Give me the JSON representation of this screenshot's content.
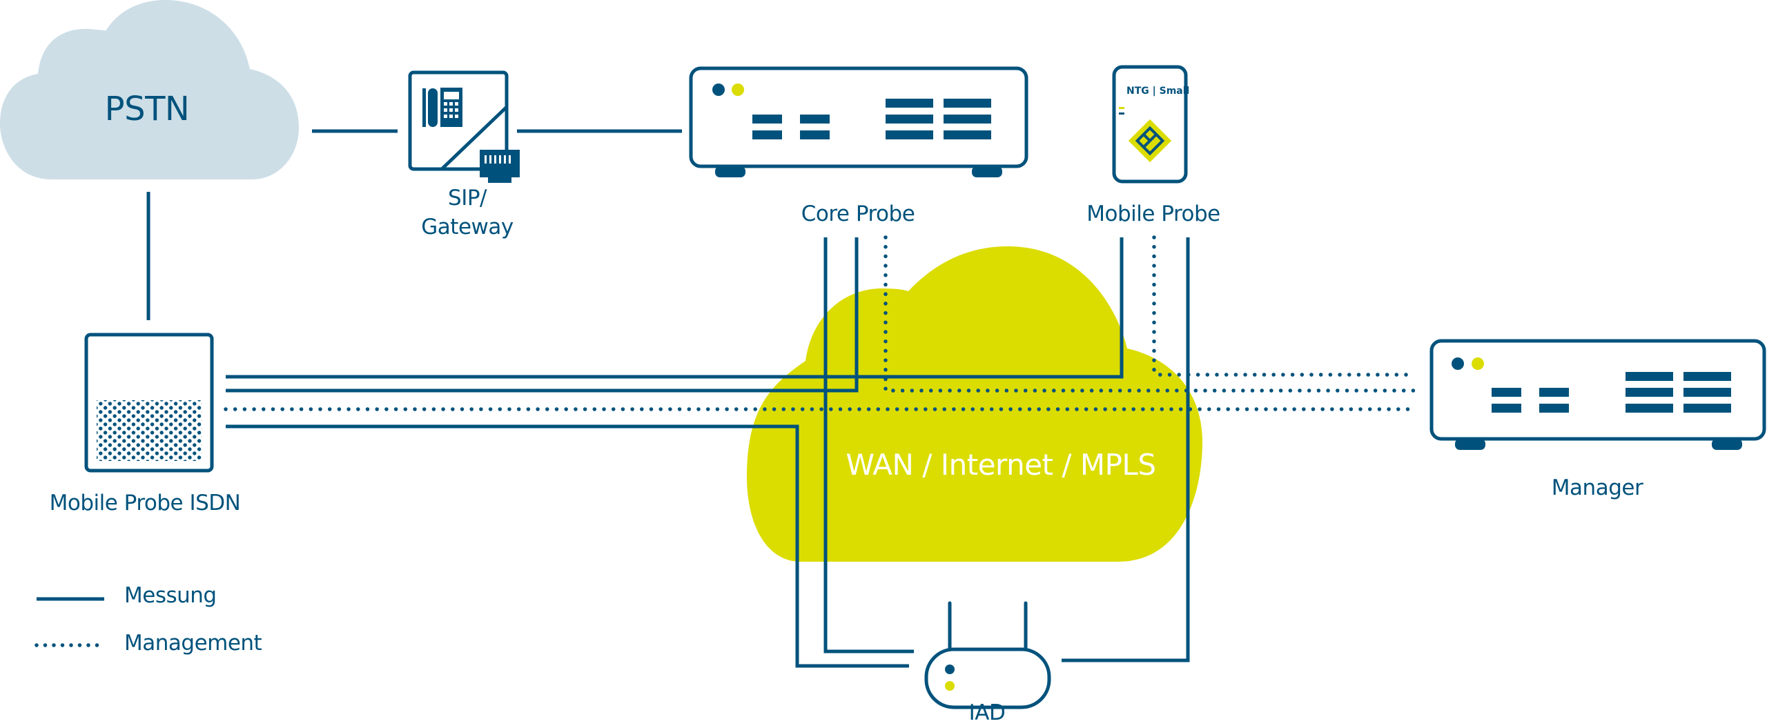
{
  "colors": {
    "primary": "#00527c",
    "accent": "#dbdc00",
    "pstn_cloud": "#cddee7",
    "wan_cloud": "#dbdc00",
    "background": "#ffffff"
  },
  "clouds": {
    "pstn": {
      "label": "PSTN"
    },
    "wan": {
      "label": "WAN / Internet / MPLS"
    }
  },
  "devices": {
    "gateway": {
      "label_line1": "SIP/",
      "label_line2": "Gateway",
      "icon": "sip-gateway-icon"
    },
    "core_probe": {
      "label": "Core Probe",
      "icon": "server-appliance-icon"
    },
    "mobile_probe": {
      "label": "Mobile Probe",
      "device_text": "NTG | Small",
      "icon": "mobile-probe-icon"
    },
    "mobile_probe_isdn": {
      "label": "Mobile Probe ISDN",
      "icon": "isdn-probe-icon"
    },
    "manager": {
      "label": "Manager",
      "icon": "server-appliance-icon"
    },
    "iad": {
      "label": "IAD",
      "icon": "router-icon"
    }
  },
  "connections": [
    {
      "from": "PSTN",
      "to": "SIP/Gateway",
      "type": "Messung"
    },
    {
      "from": "SIP/Gateway",
      "to": "Core Probe",
      "type": "Messung"
    },
    {
      "from": "PSTN",
      "to": "Mobile Probe ISDN",
      "type": "Messung"
    },
    {
      "from": "Mobile Probe ISDN",
      "to": "Mobile Probe",
      "type": "Messung"
    },
    {
      "from": "Mobile Probe ISDN",
      "to": "Core Probe",
      "type": "Messung"
    },
    {
      "from": "Mobile Probe ISDN",
      "to": "Manager",
      "type": "Management"
    },
    {
      "from": "Mobile Probe ISDN",
      "to": "IAD",
      "type": "Messung"
    },
    {
      "from": "Core Probe",
      "to": "IAD",
      "type": "Messung"
    },
    {
      "from": "Core Probe",
      "to": "Manager",
      "type": "Management"
    },
    {
      "from": "Mobile Probe",
      "to": "Manager",
      "type": "Management"
    },
    {
      "from": "Mobile Probe",
      "to": "IAD",
      "type": "Messung"
    }
  ],
  "legend": {
    "items": [
      {
        "style": "solid",
        "label": "Messung"
      },
      {
        "style": "dotted",
        "label": "Management"
      }
    ]
  }
}
